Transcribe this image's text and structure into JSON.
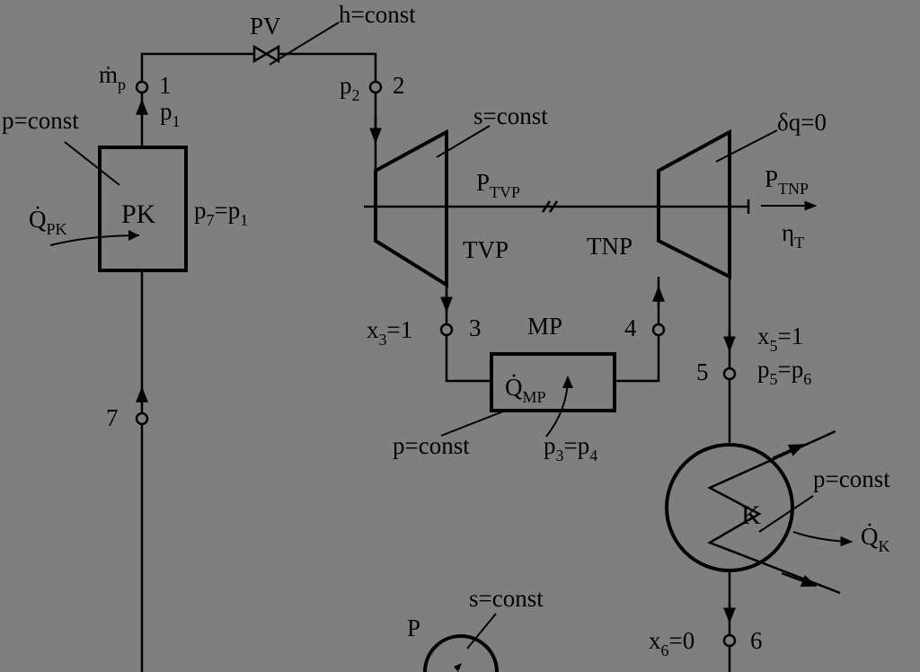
{
  "colors": {
    "background": "#7f7f7f",
    "ink": "#000000"
  },
  "labels": {
    "pv": "PV",
    "h_const": "h=const",
    "mp_flow": "ṁ",
    "mp_flow_sub": "p",
    "node1": "1",
    "p1": "p",
    "p1_sub": "1",
    "p2": "p",
    "p2_sub": "2",
    "node2": "2",
    "p_const_pk": "p=const",
    "s_const_tvp": "s=const",
    "dq0": "δq=0",
    "q_pk": "Q̇",
    "q_pk_sub": "PK",
    "pk": "PK",
    "p7": "p",
    "p7_sub": "7",
    "p7_eq": "=p",
    "p7_eq_sub": "1",
    "p_tvp": "P",
    "p_tvp_sub": "TVP",
    "p_tnp": "P",
    "p_tnp_sub": "TNP",
    "eta": "η",
    "eta_sub": "T",
    "tvp": "TVP",
    "tnp": "TNP",
    "x3": "x",
    "x3_sub": "3",
    "x3_eq": "=1",
    "node3": "3",
    "mp": "MP",
    "node4": "4",
    "x5": "x",
    "x5_sub": "5",
    "x5_eq": "=1",
    "node5": "5",
    "p5": "p",
    "p5_sub": "5",
    "p5_eq": "=p",
    "p5_eq_sub": "6",
    "q_mp": "Q̇",
    "q_mp_sub": "MP",
    "node7": "7",
    "p_const_mp": "p=const",
    "p3": "p",
    "p3_sub": "3",
    "p3_eq": "=p",
    "p3_eq_sub": "4",
    "p_const_k": "p=const",
    "k": "K",
    "q_k": "Q̇",
    "q_k_sub": "K",
    "s_const_p": "s=const",
    "pump": "P",
    "x6": "x",
    "x6_sub": "6",
    "x6_eq": "=0",
    "node6": "6"
  }
}
